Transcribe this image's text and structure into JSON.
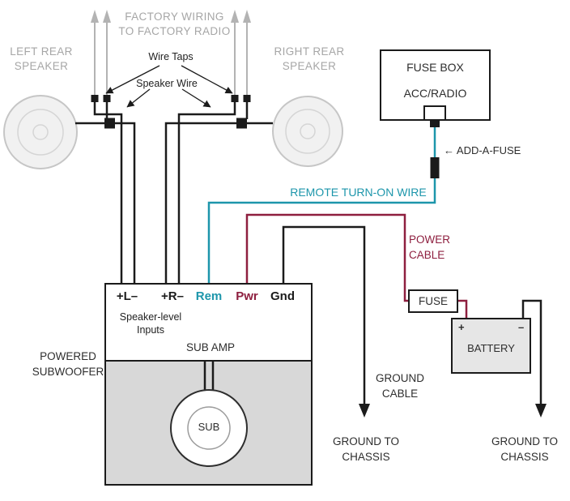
{
  "colors": {
    "remote_teal": "#1d96ab",
    "power_maroon": "#8e1f3f",
    "wire_black": "#1b1b1b",
    "factory_gray": "#b3b3b3"
  },
  "top": {
    "factory_wiring": "FACTORY WIRING\nTO FACTORY RADIO",
    "left_speaker": "LEFT REAR\nSPEAKER",
    "right_speaker": "RIGHT REAR\nSPEAKER",
    "wire_taps": "Wire Taps",
    "speaker_wire": "Speaker Wire"
  },
  "fuse_box": {
    "title": "FUSE BOX",
    "circuit": "ACC/RADIO"
  },
  "add_a_fuse": "← ADD-A-FUSE",
  "remote_wire": "REMOTE TURN-ON WIRE",
  "power_cable": "POWER\nCABLE",
  "inline_fuse": "FUSE",
  "battery": {
    "name": "BATTERY",
    "positive": "+",
    "negative": "–"
  },
  "amp": {
    "terminals": [
      {
        "label": "+L–"
      },
      {
        "label": "+R–"
      },
      {
        "label": "Rem"
      },
      {
        "label": "Pwr"
      },
      {
        "label": "Gnd"
      }
    ],
    "inputs": "Speaker-level\nInputs",
    "name": "SUB AMP",
    "sub": "SUB",
    "outside_label": "POWERED\nSUBWOOFER"
  },
  "grounds": {
    "cable": "GROUND\nCABLE",
    "chassis_amp": "GROUND TO\nCHASSIS",
    "chassis_battery": "GROUND TO\nCHASSIS"
  }
}
